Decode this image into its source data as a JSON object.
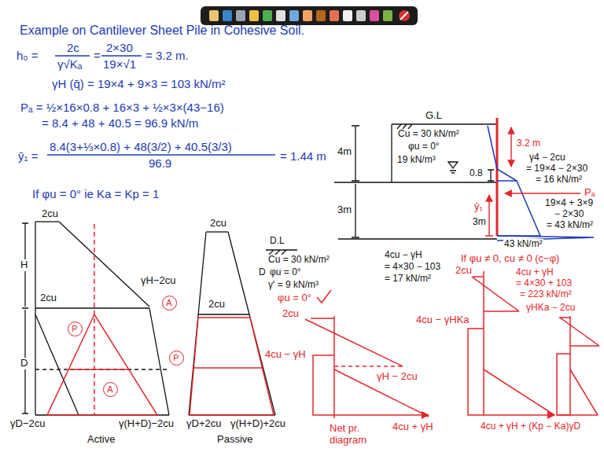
{
  "diagram": {
    "title": "Example on Cantilever Sheet Pile in Cohesive Soil.",
    "nodes": [
      {
        "text": [
          "A"
        ]
      },
      {
        "text": [
          "P"
        ]
      },
      {
        "text": [
          "P"
        ]
      },
      {
        "text": [
          "A"
        ]
      }
    ],
    "labels": [
      "h₀ =",
      "2c",
      "γ√Kₐ",
      "=",
      "2×30",
      "19×√1",
      "= 3.2 m.",
      "γH (q̄) = 19×4 + 9×3 = 103 kN/m²",
      "Pₐ = ½×16×0.8 + 16×3 + ½×3×(43−16)",
      "= 8.4 + 48 + 40.5 = 96.9 kN/m",
      "ȳ₁ =",
      "8.4(3+⅓×0.8) + 48(3/2) + 40.5(3/3)",
      "= 1.44 m",
      "96.9",
      "If φu = 0° ie Ka = Kp = 1",
      "2cu",
      "H",
      "D",
      "2cu",
      "γH−2cu",
      "γ(H+D)−2cu",
      "γD−2cu",
      "Active",
      "2cu",
      "2cu",
      "γD+2cu",
      "γ(H+D)+2cu",
      "Passive",
      "G.L",
      "4m",
      "Cu = 30 kN/m²",
      "φu = 0°",
      "19 kN/m³",
      "0.8",
      "3m",
      "3.2 m",
      "γ4 − 2cu",
      "= 19×4 − 2×30",
      "= 16 kN/m²",
      "Pₐ",
      "ȳ₁",
      "3m",
      "19×4 + 3×9",
      "− 2×30",
      "= 43 kN/m²",
      "43 kN/m²",
      "D.L",
      "Cu = 30 kN/m²",
      "D",
      "φu = 0°",
      "γ' = 9 kN/m³",
      "4cu − γH",
      "= 4×30 − 103",
      "= 17 kN/m²",
      "φu = 0°",
      "2cu",
      "4cu − γH",
      "γH − 2cu",
      "4cu + γH",
      "Net pr. diagram",
      "If φu ≠ 0, cu ≠ 0 (c−φ)",
      "2cu",
      "4cu + γH",
      "= 4×30 + 103",
      "= 223 kN/m²",
      "γHKa − 2cu",
      "4cu − γHKa",
      "4cu + γH + (Kp − Ka)γD"
    ]
  }
}
